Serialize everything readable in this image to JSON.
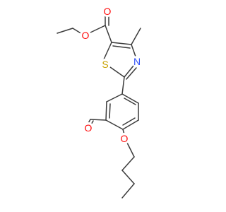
{
  "molecule": {
    "colors": {
      "bond": "#3b3b3b",
      "oxygen": "#ff0d0d",
      "nitrogen": "#3050f8",
      "sulfur": "#c8a200"
    },
    "labels": {
      "o_carbonyl_ester": "O",
      "o_ether_ester": "O",
      "s_ring": "S",
      "n_ring": "N",
      "o_formyl": "O",
      "o_butoxy": "O"
    }
  }
}
